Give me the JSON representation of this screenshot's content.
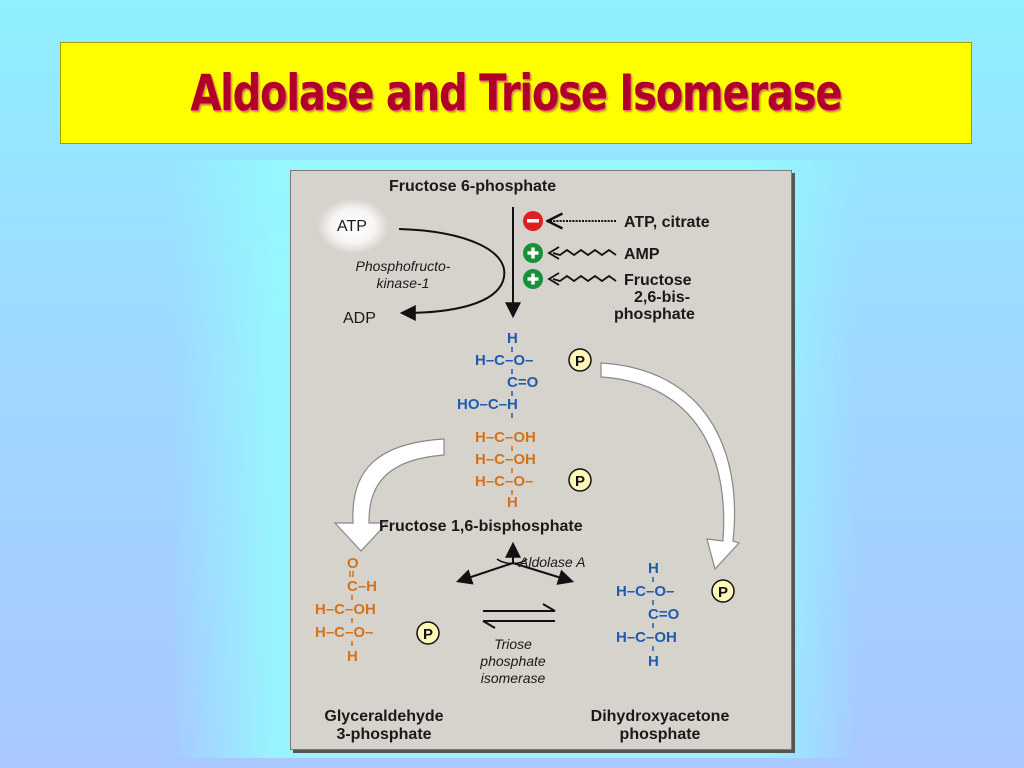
{
  "slide": {
    "title": "Aldolase and Triose Isomerase"
  },
  "diagram": {
    "fructose6p": "Fructose 6-phosphate",
    "atp": "ATP",
    "adp": "ADP",
    "enzyme_pfk": [
      "Phosphofructo-",
      "kinase-1"
    ],
    "regulators": [
      {
        "sign": "−",
        "color": "#e02020",
        "label": [
          "ATP, citrate"
        ]
      },
      {
        "sign": "+",
        "color": "#18903a",
        "label": [
          "AMP"
        ]
      },
      {
        "sign": "+",
        "color": "#18903a",
        "label": [
          "Fructose",
          "2,6-bis-",
          "phosphate"
        ]
      }
    ],
    "phosphate_symbol": "P",
    "f16bp_structure": [
      "H",
      "H–C–O–",
      "C=O",
      "HO–C–H",
      "H–C–OH",
      "H–C–OH",
      "H–C–O–",
      "H"
    ],
    "fructose16bp": "Fructose 1,6-bisphosphate",
    "aldolase": "Aldolase A",
    "gap_structure": [
      "O",
      "C–H",
      "H–C–OH",
      "H–C–O–",
      "H"
    ],
    "dhap_structure": [
      "H",
      "H–C–O–",
      "C=O",
      "H–C–OH",
      "H"
    ],
    "triose_isomerase": [
      "Triose",
      "phosphate",
      "isomerase"
    ],
    "gap_name": [
      "Glyceraldehyde",
      "3-phosphate"
    ],
    "dhap_name": [
      "Dihydroxyacetone",
      "phosphate"
    ],
    "colors": {
      "blue": "#1e5cb0",
      "orange": "#d4731a",
      "dark": "#1a1a1a",
      "phosphate_fill": "#fff6b8"
    }
  }
}
